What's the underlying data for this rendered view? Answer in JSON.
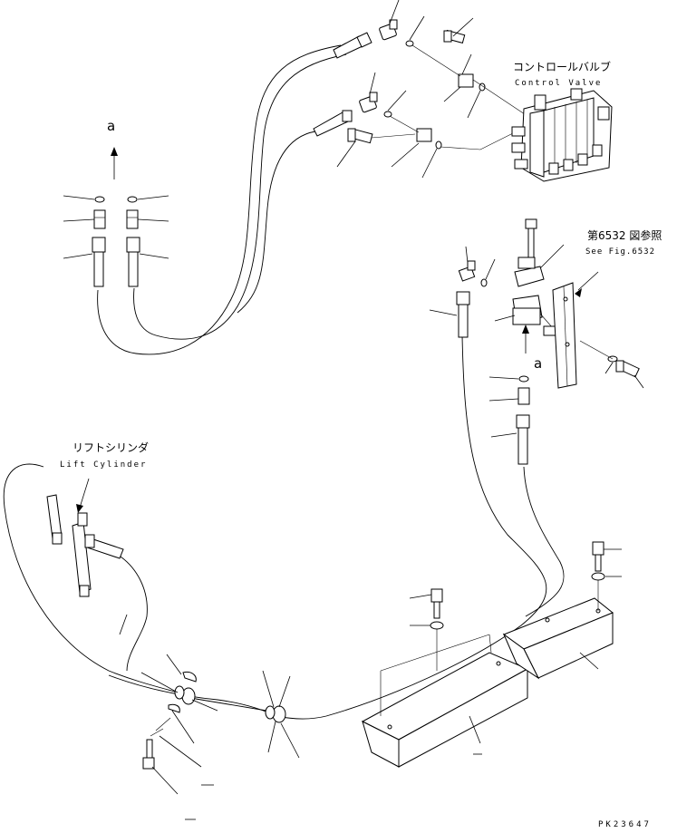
{
  "labels": {
    "control_valve_jp": "コントロールバルブ",
    "control_valve_en": "Control Valve",
    "see_fig_jp": "第6532 図参照",
    "see_fig_en": "See Fig.6532",
    "lift_cylinder_jp": "リフトシリンダ",
    "lift_cylinder_en": "Lift Cylinder",
    "callout_a_top": "a",
    "callout_a_right": "a",
    "drawing_no": "PK23647"
  }
}
